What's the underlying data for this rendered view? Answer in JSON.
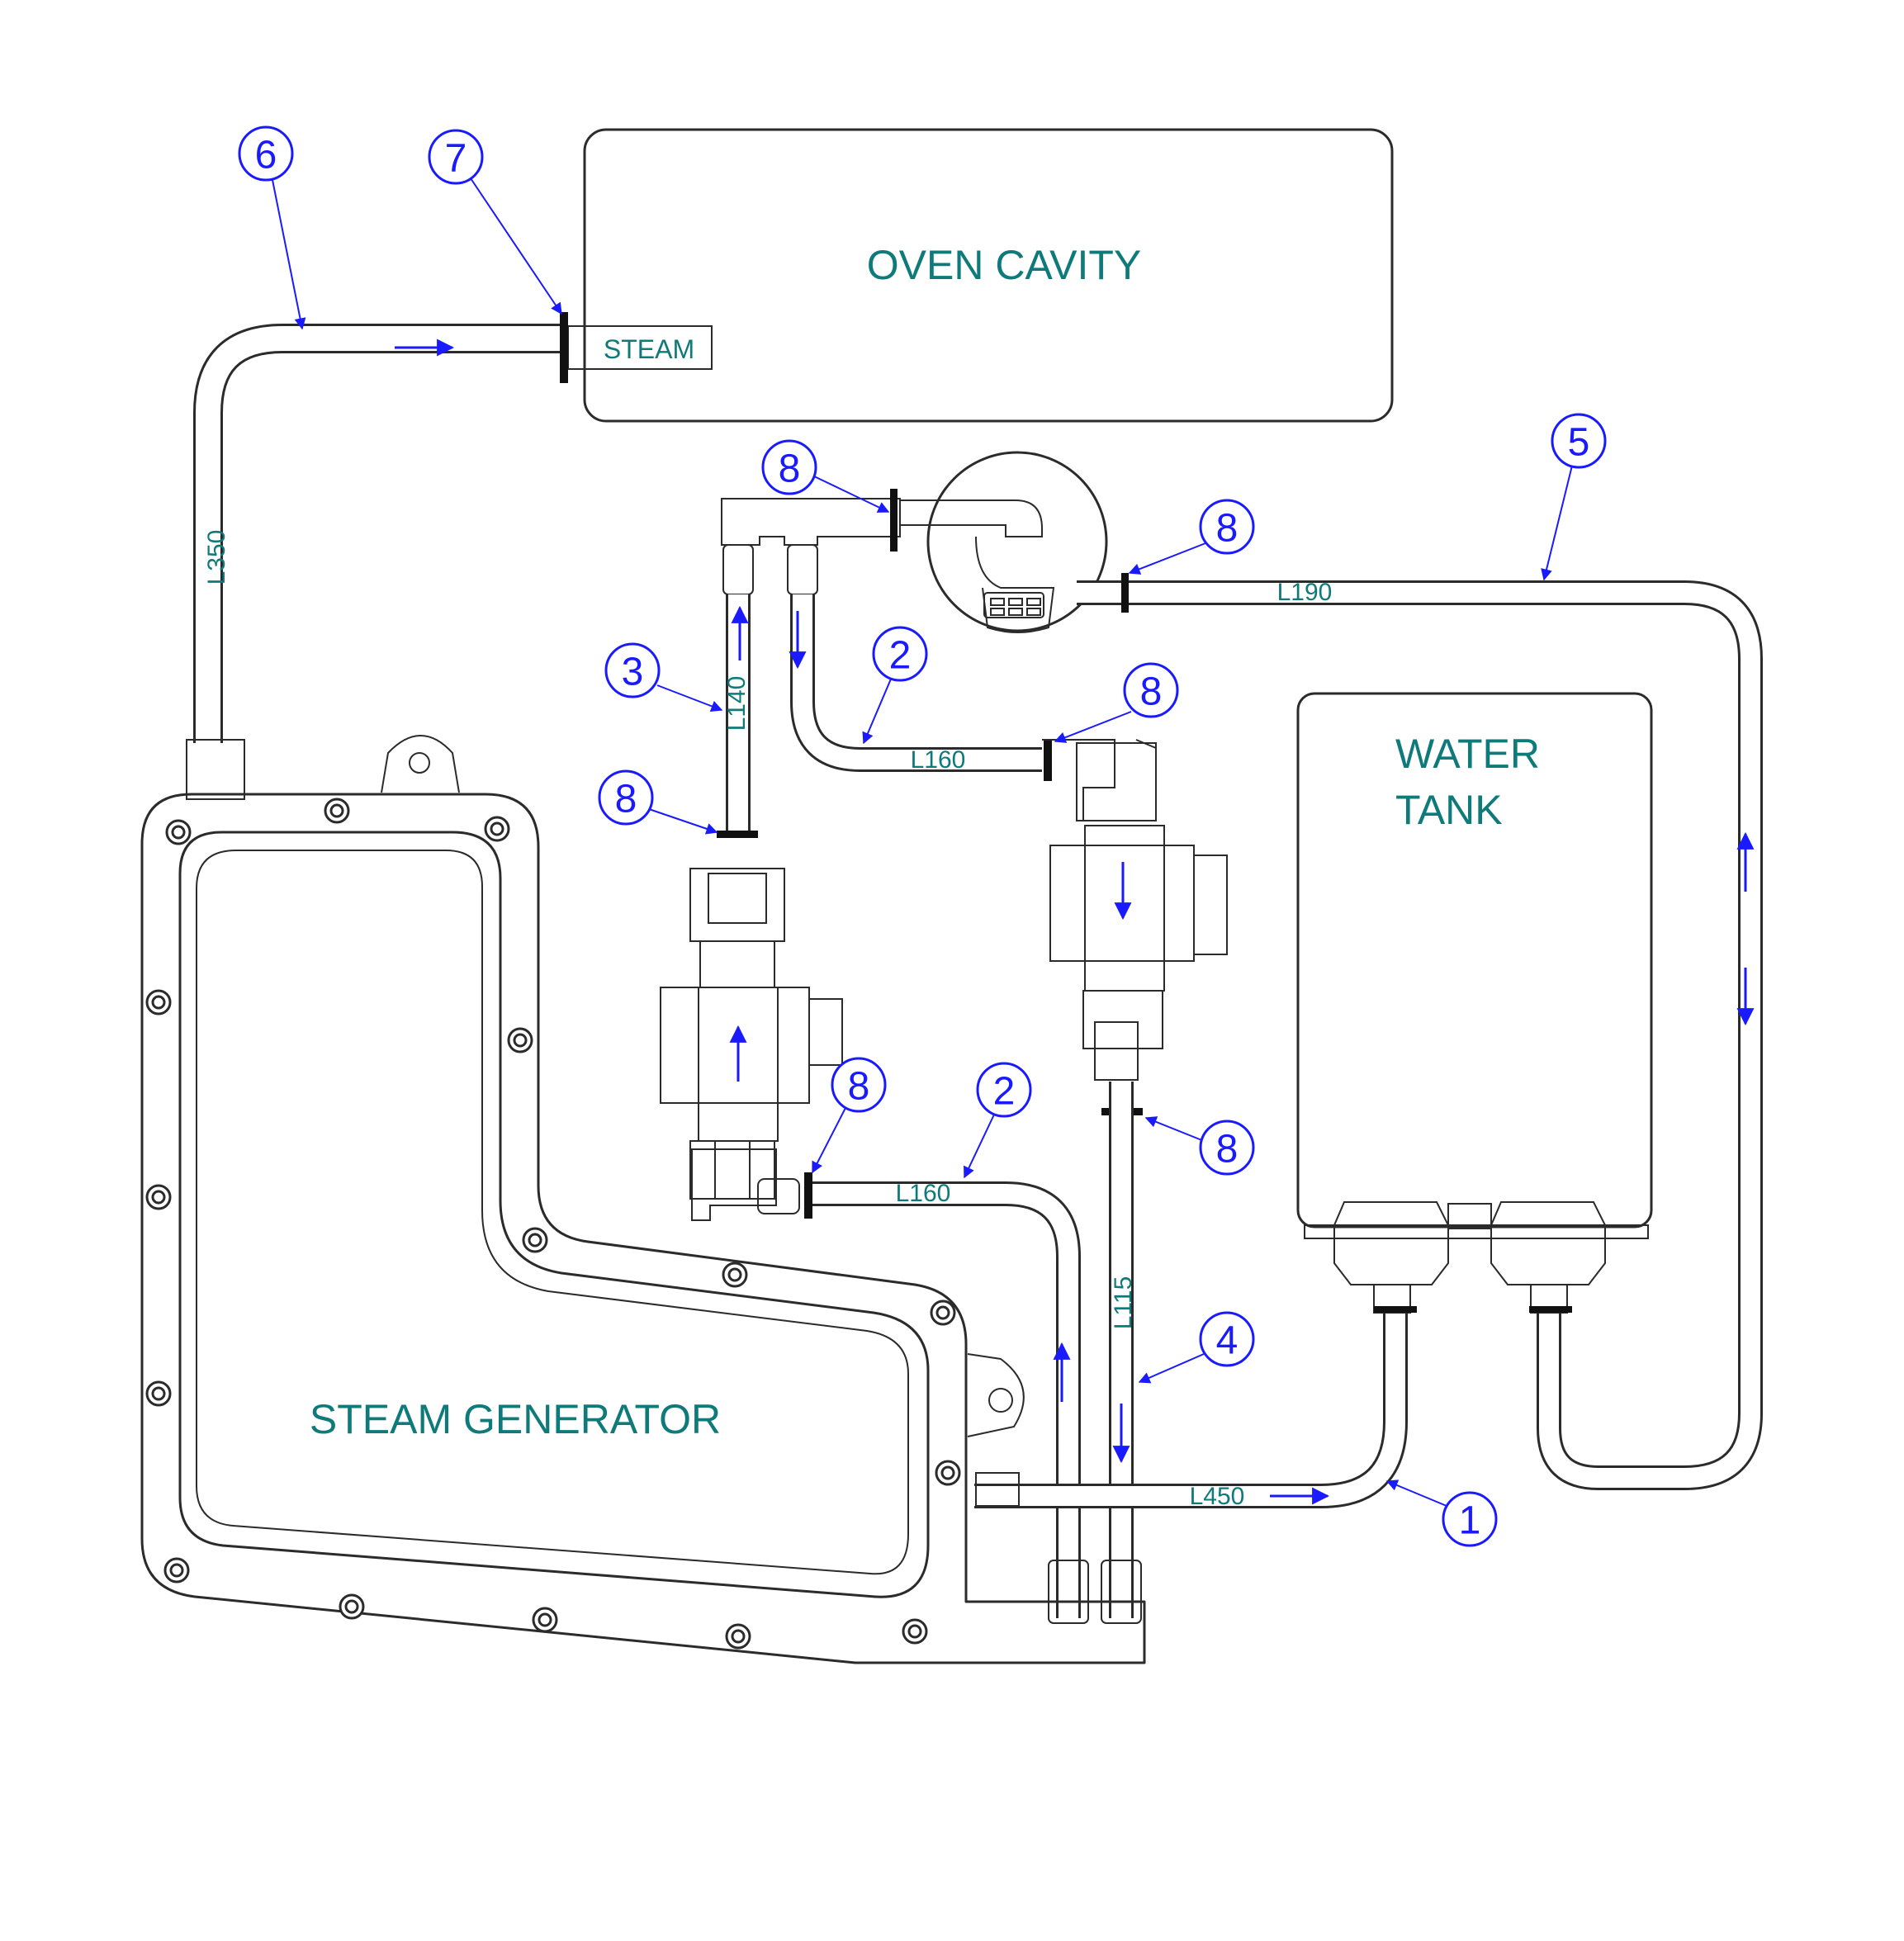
{
  "labels": {
    "oven_cavity": "OVEN CAVITY",
    "steam_inlet": "STEAM",
    "water_tank_line1": "WATER",
    "water_tank_line2": "TANK",
    "steam_generator": "STEAM GENERATOR"
  },
  "pipe_lengths": {
    "pipe6": "L350",
    "pipe5": "L190",
    "pipe3": "L140",
    "pipe2_upper": "L160",
    "pipe2_lower": "L160",
    "pipe4": "L115",
    "pipe1": "L450"
  },
  "callouts": {
    "c1": "1",
    "c2a": "2",
    "c2b": "2",
    "c3": "3",
    "c4": "4",
    "c5": "5",
    "c6": "6",
    "c7": "7",
    "c8a": "8",
    "c8b": "8",
    "c8c": "8",
    "c8d": "8",
    "c8e": "8",
    "c8f": "8"
  },
  "colors": {
    "label_teal": "#0f7a7a",
    "callout_blue": "#1a1aff",
    "line": "#2b2b2b"
  }
}
